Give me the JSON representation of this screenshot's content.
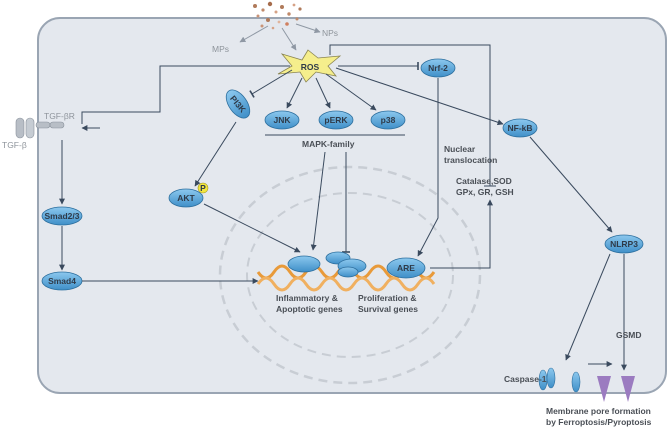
{
  "nodes": {
    "ros": "ROS",
    "nps": "NPs",
    "mps": "MPs",
    "nrf2": "Nrf-2",
    "nfkb": "NF-kB",
    "pi3k": "PI3K",
    "jnk": "JNK",
    "perk": "pERK",
    "p38": "p38",
    "mapk_family": "MAPK-family",
    "akt": "AKT",
    "akt_p": "P",
    "tgf_br": "TGF-βR",
    "tgf_b": "TGF-β",
    "smad23": "Smad2/3",
    "smad4": "Smad4",
    "are": "ARE",
    "nlrp3": "NLRP3",
    "gsmd": "GSMD",
    "caspase1": "Caspase-1"
  },
  "texts": {
    "nuclear_translocation_line1": "Nuclear",
    "nuclear_translocation_line2": "translocation",
    "antioxidants_line1": "Catalase,SOD",
    "antioxidants_line2": "GPx, GR, GSH",
    "inflammatory_line1": "Inflammatory &",
    "inflammatory_line2": "Apoptotic genes",
    "proliferation_line1": "Proliferation &",
    "proliferation_line2": "Survival genes",
    "membrane_line1": "Membrane pore formation",
    "membrane_line2": "by Ferroptosis/Pyroptosis"
  },
  "colors": {
    "cell_fill": "#e4e8ee",
    "cell_border": "#9aa5b3",
    "node_fill": "#5aa9dc",
    "node_stroke": "#2d6f9e",
    "ros_fill": "#f5ee8c",
    "dna_orange": "#e89a3a",
    "pore_purple": "#9b7bc0",
    "arrow": "#3a4a5e"
  }
}
